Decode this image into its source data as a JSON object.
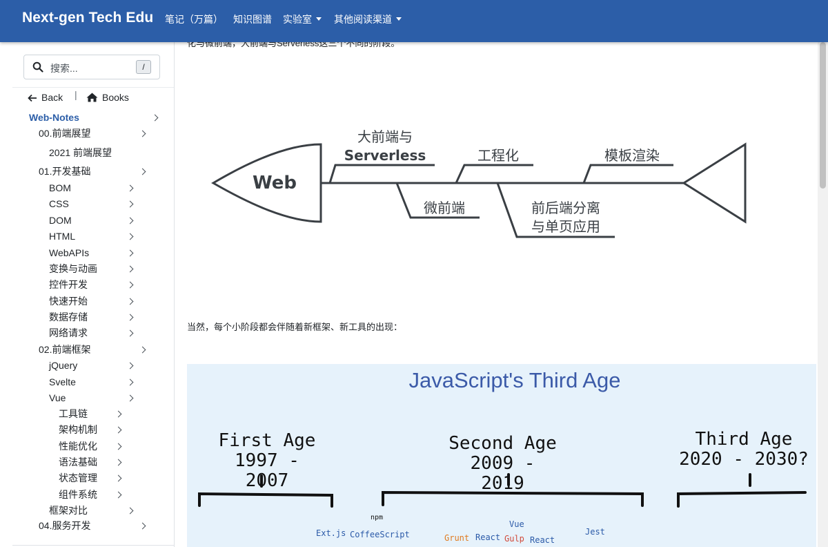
{
  "navbar": {
    "brand": "Next-gen Tech Edu",
    "items": [
      {
        "label": "笔记（万篇）",
        "has_caret": false
      },
      {
        "label": "知识图谱",
        "has_caret": false
      },
      {
        "label": "实验室",
        "has_caret": true
      },
      {
        "label": "其他阅读渠道",
        "has_caret": true
      }
    ]
  },
  "sidebar": {
    "search_placeholder": "搜索...",
    "search_shortcut": "/",
    "back_label": "Back",
    "separator": "|",
    "books_label": "Books",
    "tree": [
      {
        "label": "Web-Notes",
        "active": true
      },
      {
        "label": "00.前端展望"
      },
      {
        "label": "2021 前端展望"
      },
      {
        "label": "01.开发基础"
      },
      {
        "label": "BOM"
      },
      {
        "label": "CSS"
      },
      {
        "label": "DOM"
      },
      {
        "label": "HTML"
      },
      {
        "label": "WebAPIs"
      },
      {
        "label": "变换与动画"
      },
      {
        "label": "控件开发"
      },
      {
        "label": "快速开始"
      },
      {
        "label": "数据存储"
      },
      {
        "label": "网络请求"
      },
      {
        "label": "02.前端框架"
      },
      {
        "label": "jQuery"
      },
      {
        "label": "Svelte"
      },
      {
        "label": "Vue"
      },
      {
        "label": "工具链"
      },
      {
        "label": "架构机制"
      },
      {
        "label": "性能优化"
      },
      {
        "label": "语法基础"
      },
      {
        "label": "状态管理"
      },
      {
        "label": "组件系统"
      },
      {
        "label": "框架对比"
      },
      {
        "label": "04.服务开发"
      }
    ]
  },
  "content": {
    "cut_text": "化与微前端，大前端与Serverless这三个不同的阶段。",
    "fishbone": {
      "head_label": "Web",
      "top_labels": [
        "大前端与",
        "Serverless",
        "工程化",
        "模板渲染"
      ],
      "bottom_labels": [
        "微前端",
        "前后端分离",
        "与单页应用"
      ]
    },
    "paragraph": "当然，每个小阶段都会伴随着新框架、新工具的出现：",
    "js_age": {
      "title": "JavaScript's Third Age",
      "ages": [
        {
          "name": "First Age",
          "years": "1997 - 2007"
        },
        {
          "name": "Second Age",
          "years": "2009 - 2019"
        },
        {
          "name": "Third Age",
          "years": "2020 - 2030?"
        }
      ],
      "tools": [
        "npm",
        "Ext.js",
        "CoffeeScript",
        "Vue",
        "Grunt",
        "React",
        "Gulp",
        "React",
        "Jest"
      ]
    }
  },
  "colors": {
    "navbar_bg": "#2c5ea8",
    "link_active": "#2c5ea8",
    "panel_bg": "#e6f2fb",
    "diagram_stroke": "#3a3f44"
  }
}
